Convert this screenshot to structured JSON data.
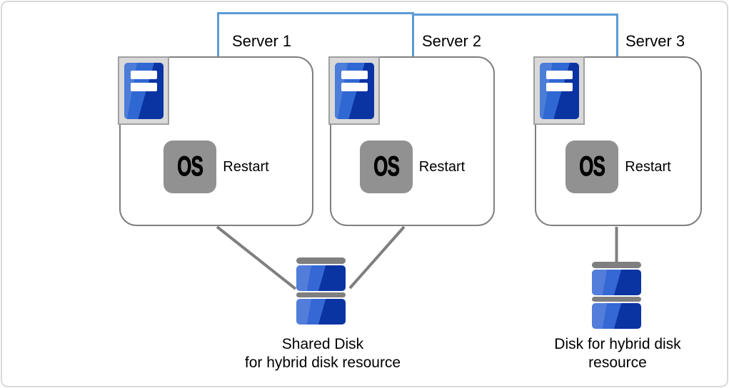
{
  "servers": [
    {
      "label": "Server 1",
      "os_badge": "OS",
      "action": "Restart"
    },
    {
      "label": "Server 2",
      "os_badge": "OS",
      "action": "Restart"
    },
    {
      "label": "Server 3",
      "os_badge": "OS",
      "action": "Restart"
    }
  ],
  "shared_disk": {
    "caption": [
      "Shared Disk",
      "for hybrid disk resource"
    ]
  },
  "hybrid_disk": {
    "caption": [
      "Disk for hybrid disk",
      "resource"
    ]
  },
  "icons": {
    "server": "server-tower-icon",
    "os": "os-badge-icon",
    "shared_disk": "stacked-disk-icon",
    "hybrid_disk": "stacked-disk-icon"
  },
  "colors": {
    "network_line": "#5b9bd5",
    "box_border": "#7f7f7f",
    "connector_line": "#7f7f7f",
    "tower_blue_light": "#2f68d2",
    "tower_blue_dark": "#0b34a3",
    "icon_frame_fill": "#d9d9d9",
    "os_badge_fill": "#919191",
    "disk_cap_gray": "#7f7f7f",
    "text": "#000000",
    "outer_border": "#d9d9d9"
  }
}
